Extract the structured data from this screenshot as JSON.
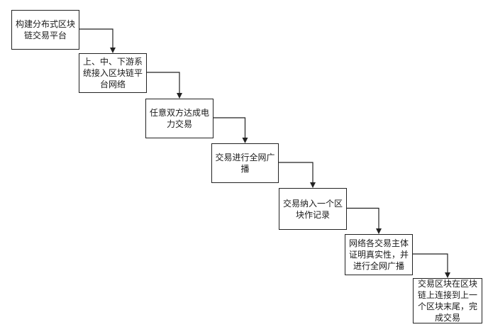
{
  "diagram": {
    "steps": [
      {
        "label": "构建分布式区块\n链交易平台"
      },
      {
        "label": "上、中、下游系\n统接入区块链平\n台网络"
      },
      {
        "label": "任意双方达成电\n力交易"
      },
      {
        "label": "交易进行全网广\n播"
      },
      {
        "label": "交易纳入一个区\n块作记录"
      },
      {
        "label": "网络各交易主体\n证明真实性，并\n进行全网广播"
      },
      {
        "label": "交易区块在区块\n链上连接到上一\n个区块末尾，完\n成交易"
      }
    ]
  }
}
